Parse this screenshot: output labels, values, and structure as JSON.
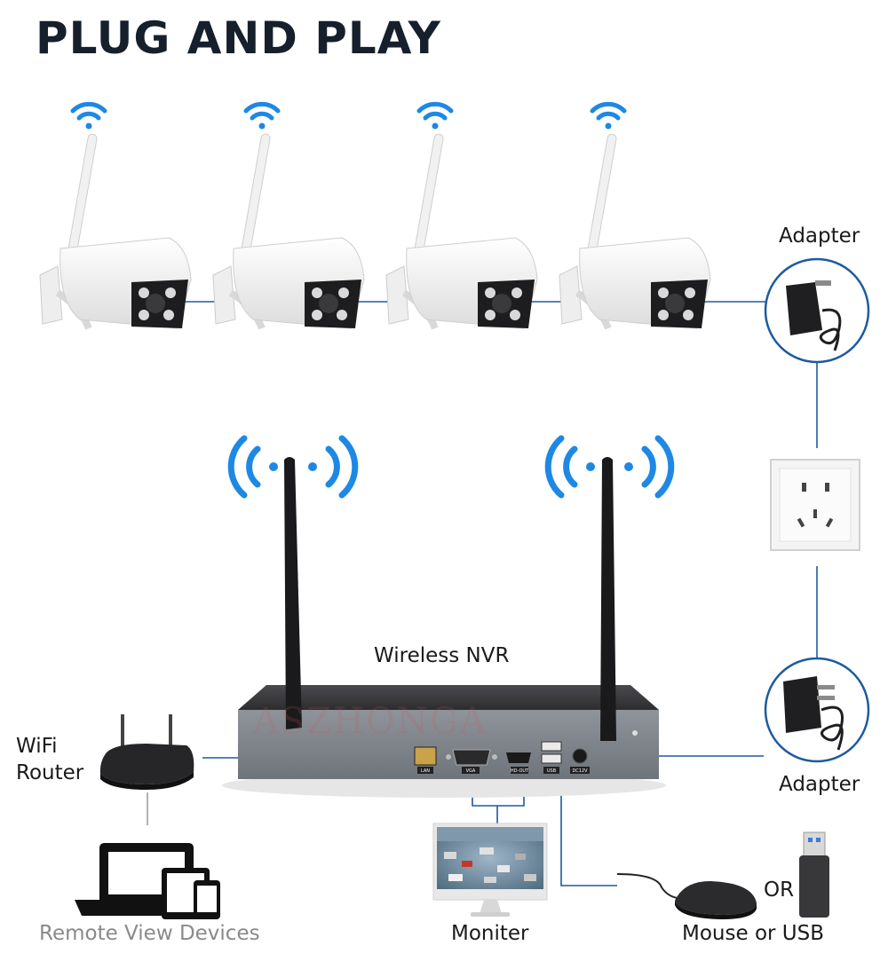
{
  "title": "PLUG AND PLAY",
  "watermark": "ASZHONGA",
  "labels": {
    "adapter_top": "Adapter",
    "adapter_bottom": "Adapter",
    "nvr": "Wireless NVR",
    "router_line1": "WiFi",
    "router_line2": "Router",
    "remote": "Remote View Devices",
    "monitor": "Moniter",
    "mouse_usb": "Mouse or USB",
    "or": "OR"
  },
  "ports": {
    "lan": "LAN",
    "vga": "VGA",
    "hdout": "HD-OUT",
    "usb": "USB",
    "dc": "DC12V"
  },
  "colors": {
    "wifi": "#1e88e5",
    "line": "#1e5aa0",
    "title": "#15202c"
  }
}
